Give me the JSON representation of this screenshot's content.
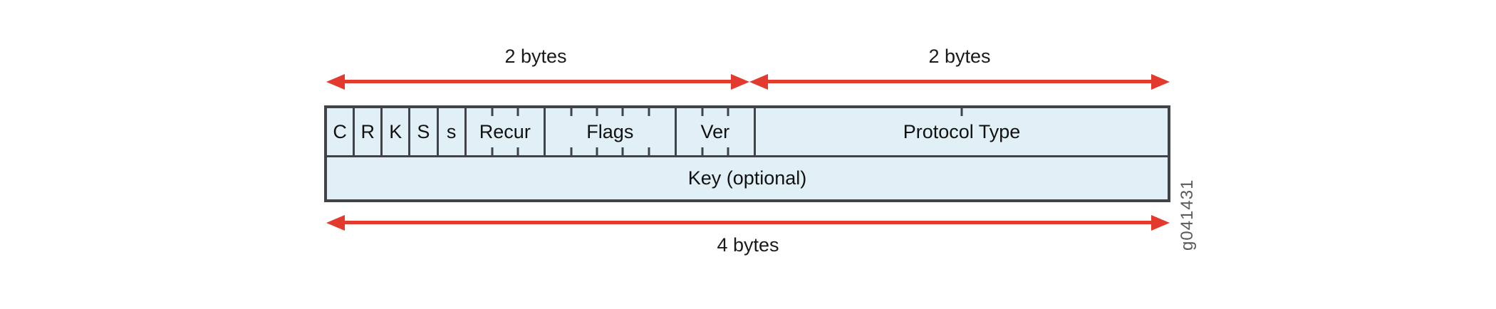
{
  "colors": {
    "arrow_red": "#e23a2c",
    "cell_fill": "#e1f0f6",
    "table_line": "#404347",
    "figure_id_gray": "#5b5b5e"
  },
  "labels": {
    "top_left_arrow": "2 bytes",
    "top_right_arrow": "2 bytes",
    "bottom_arrow": "4 bytes"
  },
  "header_row": {
    "fields": [
      {
        "label": "C",
        "bits": 1
      },
      {
        "label": "R",
        "bits": 1
      },
      {
        "label": "K",
        "bits": 1
      },
      {
        "label": "S",
        "bits": 1
      },
      {
        "label": "s",
        "bits": 1
      },
      {
        "label": "Recur",
        "bits": 3
      },
      {
        "label": "Flags",
        "bits": 5
      },
      {
        "label": "Ver",
        "bits": 3
      },
      {
        "label": "Protocol Type",
        "bits": 16
      }
    ]
  },
  "key_row": {
    "label": "Key (optional)"
  },
  "figure_id": "g041431"
}
